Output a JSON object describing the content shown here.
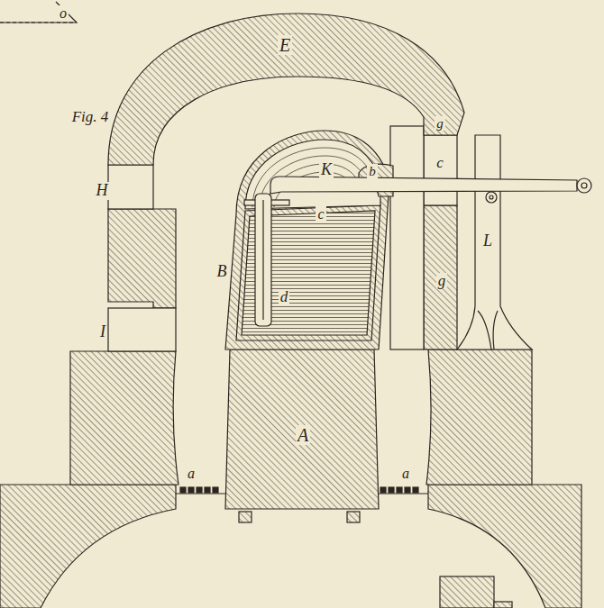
{
  "diagram": {
    "labels": [
      "o",
      "E",
      "Fig. 4",
      "H",
      "K",
      "b",
      "g",
      "c",
      "c",
      "B",
      "L",
      "g",
      "d",
      "I",
      "A",
      "a",
      "a"
    ]
  }
}
